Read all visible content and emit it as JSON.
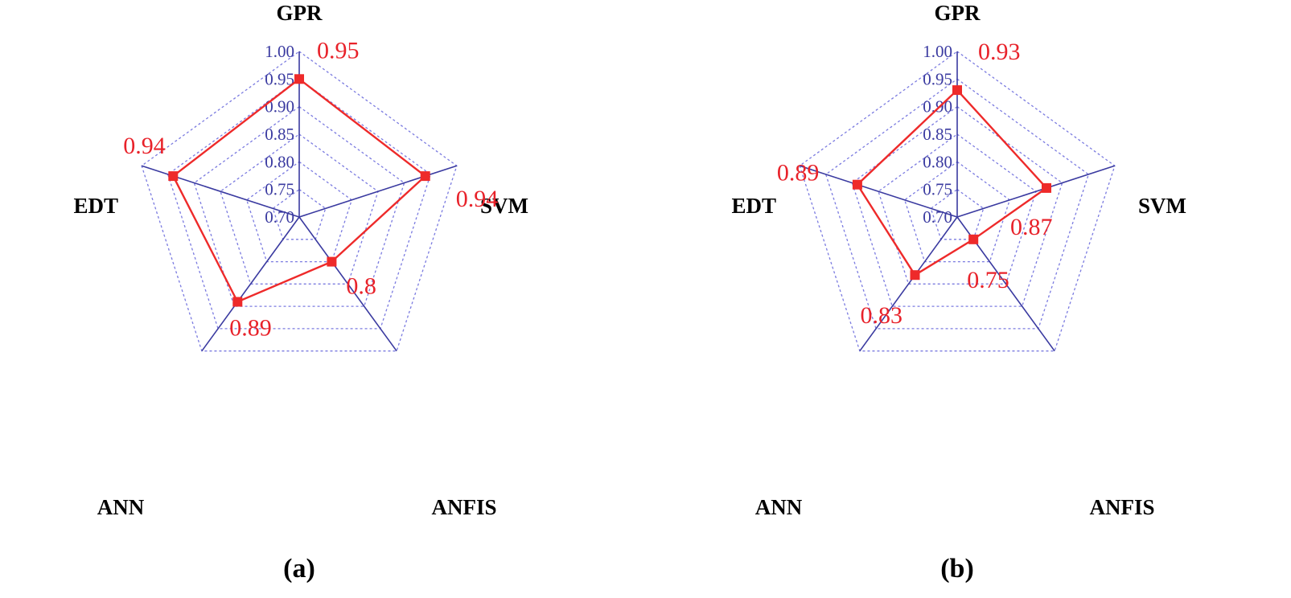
{
  "chart_data": [
    {
      "type": "radar",
      "panel_label": "(a)",
      "axes": [
        "GPR",
        "SVM",
        "ANFIS",
        "ANN",
        "EDT"
      ],
      "rlim": [
        0.7,
        1.0
      ],
      "ticks": [
        "0.70",
        "0.75",
        "0.80",
        "0.85",
        "0.90",
        "0.95",
        "1.00"
      ],
      "grid": true,
      "series": [
        {
          "values": [
            0.95,
            0.94,
            0.8,
            0.89,
            0.94
          ],
          "labels": [
            "0.95",
            "0.94",
            "0.8",
            "0.89",
            "0.94"
          ]
        }
      ]
    },
    {
      "type": "radar",
      "panel_label": "(b)",
      "axes": [
        "GPR",
        "SVM",
        "ANFIS",
        "ANN",
        "EDT"
      ],
      "rlim": [
        0.7,
        1.0
      ],
      "ticks": [
        "0.70",
        "0.75",
        "0.80",
        "0.85",
        "0.90",
        "0.95",
        "1.00"
      ],
      "grid": true,
      "series": [
        {
          "values": [
            0.93,
            0.87,
            0.75,
            0.83,
            0.89
          ],
          "labels": [
            "0.93",
            "0.87",
            "0.75",
            "0.83",
            "0.89"
          ]
        }
      ]
    }
  ],
  "colors": {
    "series": "#ee2a2a",
    "spoke": "#3a3aa0",
    "grid": "#7b7be0",
    "tick_text": "#3a3aa0",
    "axis_text": "#000000"
  }
}
